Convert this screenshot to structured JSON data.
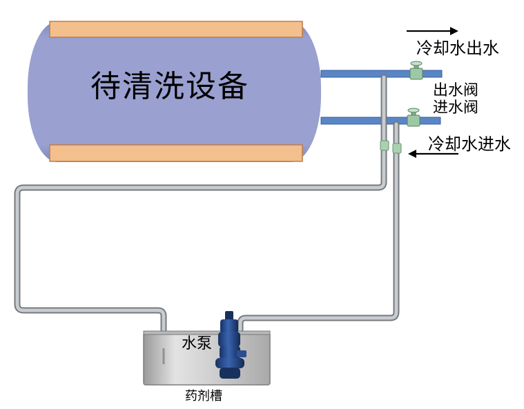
{
  "equipment": {
    "title": "待清洗设备"
  },
  "labels": {
    "cooling_water_out": "冷却水出水",
    "outlet_valve": "出水阀",
    "inlet_valve": "进水阀",
    "cooling_water_in": "冷却水进水",
    "pump": "水泵",
    "chemical_tank": "药剂槽"
  },
  "colors": {
    "vessel_body": "#9898cc",
    "vessel_panel": "#f4c08c",
    "blue_pipe": "#5a86c6",
    "gray_pipe": "#a8adb2",
    "valve": "#9cc8a4",
    "pump_body": "#2a4a8a",
    "tank": "#c8c8c8"
  },
  "icons": [
    "right-arrow-icon",
    "left-arrow-icon",
    "valve-icon",
    "pump-icon"
  ]
}
